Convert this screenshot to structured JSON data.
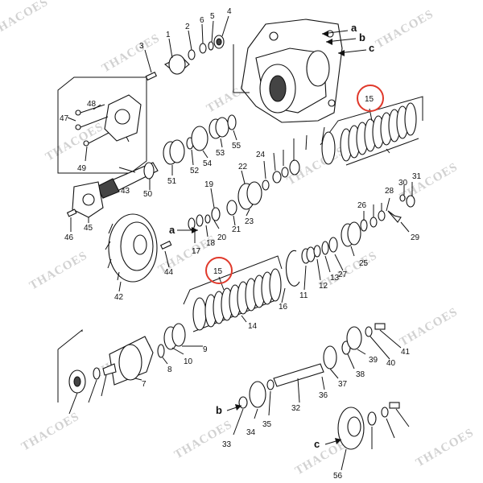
{
  "watermark": "THACOES",
  "callouts": [
    {
      "label": "15",
      "highlighted": true
    },
    {
      "label": "15",
      "highlighted": true
    }
  ],
  "arrow_labels": [
    "a",
    "b",
    "c",
    "a",
    "b",
    "c"
  ],
  "part_numbers": [
    "1",
    "2",
    "3",
    "4",
    "5",
    "6",
    "7",
    "8",
    "9",
    "10",
    "11",
    "12",
    "13",
    "14",
    "16",
    "17",
    "18",
    "19",
    "20",
    "21",
    "22",
    "23",
    "24",
    "25",
    "26",
    "27",
    "28",
    "29",
    "30",
    "31",
    "32",
    "33",
    "34",
    "35",
    "36",
    "37",
    "38",
    "39",
    "40",
    "41",
    "42",
    "43",
    "44",
    "45",
    "46",
    "47",
    "48",
    "49",
    "50",
    "51",
    "52",
    "53",
    "54",
    "55",
    "56"
  ],
  "colors": {
    "line": "#111111",
    "highlight": "#e0392b",
    "watermark": "#9a9a9a"
  }
}
